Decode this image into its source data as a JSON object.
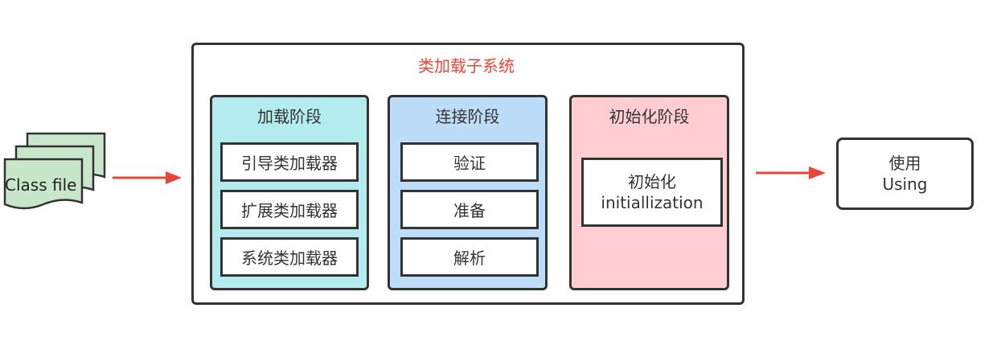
{
  "subsystem": {
    "title": "类加载子系统"
  },
  "class_file": {
    "label": "Class file"
  },
  "stages": {
    "loading": {
      "title": "加载阶段",
      "steps": [
        "引导类加载器",
        "扩展类加载器",
        "系统类加载器"
      ],
      "color": "#b3ebef"
    },
    "linking": {
      "title": "连接阶段",
      "steps": [
        "验证",
        "准备",
        "解析"
      ],
      "color": "#bcdcf7"
    },
    "initialization": {
      "title": "初始化阶段",
      "step_line1": "初始化",
      "step_line2": "initiallization",
      "color": "#ffcdd2"
    }
  },
  "using": {
    "line1": "使用",
    "line2": "Using"
  },
  "colors": {
    "arrow": "#e8463a",
    "border": "#333333",
    "document_fill": "#c8e6c9"
  }
}
